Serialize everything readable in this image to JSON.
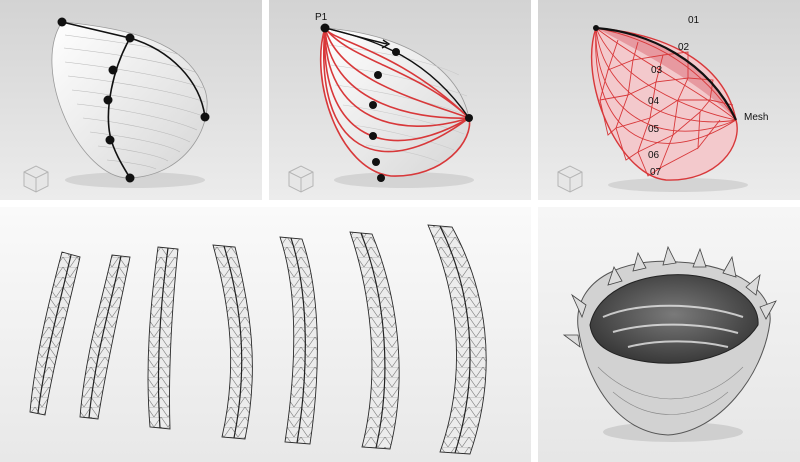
{
  "figure": {
    "panels": [
      {
        "id": "a",
        "labels": []
      },
      {
        "id": "b",
        "labels": [
          "P1"
        ]
      },
      {
        "id": "c",
        "labels": [
          "01",
          "02",
          "03",
          "04",
          "05",
          "06",
          "07",
          "Mesh"
        ]
      },
      {
        "id": "d",
        "labels": []
      },
      {
        "id": "e",
        "labels": []
      }
    ],
    "colors": {
      "background_render": "#dcdcdc",
      "surface": "#efefef",
      "outline_red": "#d8383a",
      "mesh_fill": "#f3c9cc",
      "highlight_strip": "#e38d95",
      "photo_background": "#f4f4f4",
      "cutout_panel": "#ececec"
    }
  }
}
